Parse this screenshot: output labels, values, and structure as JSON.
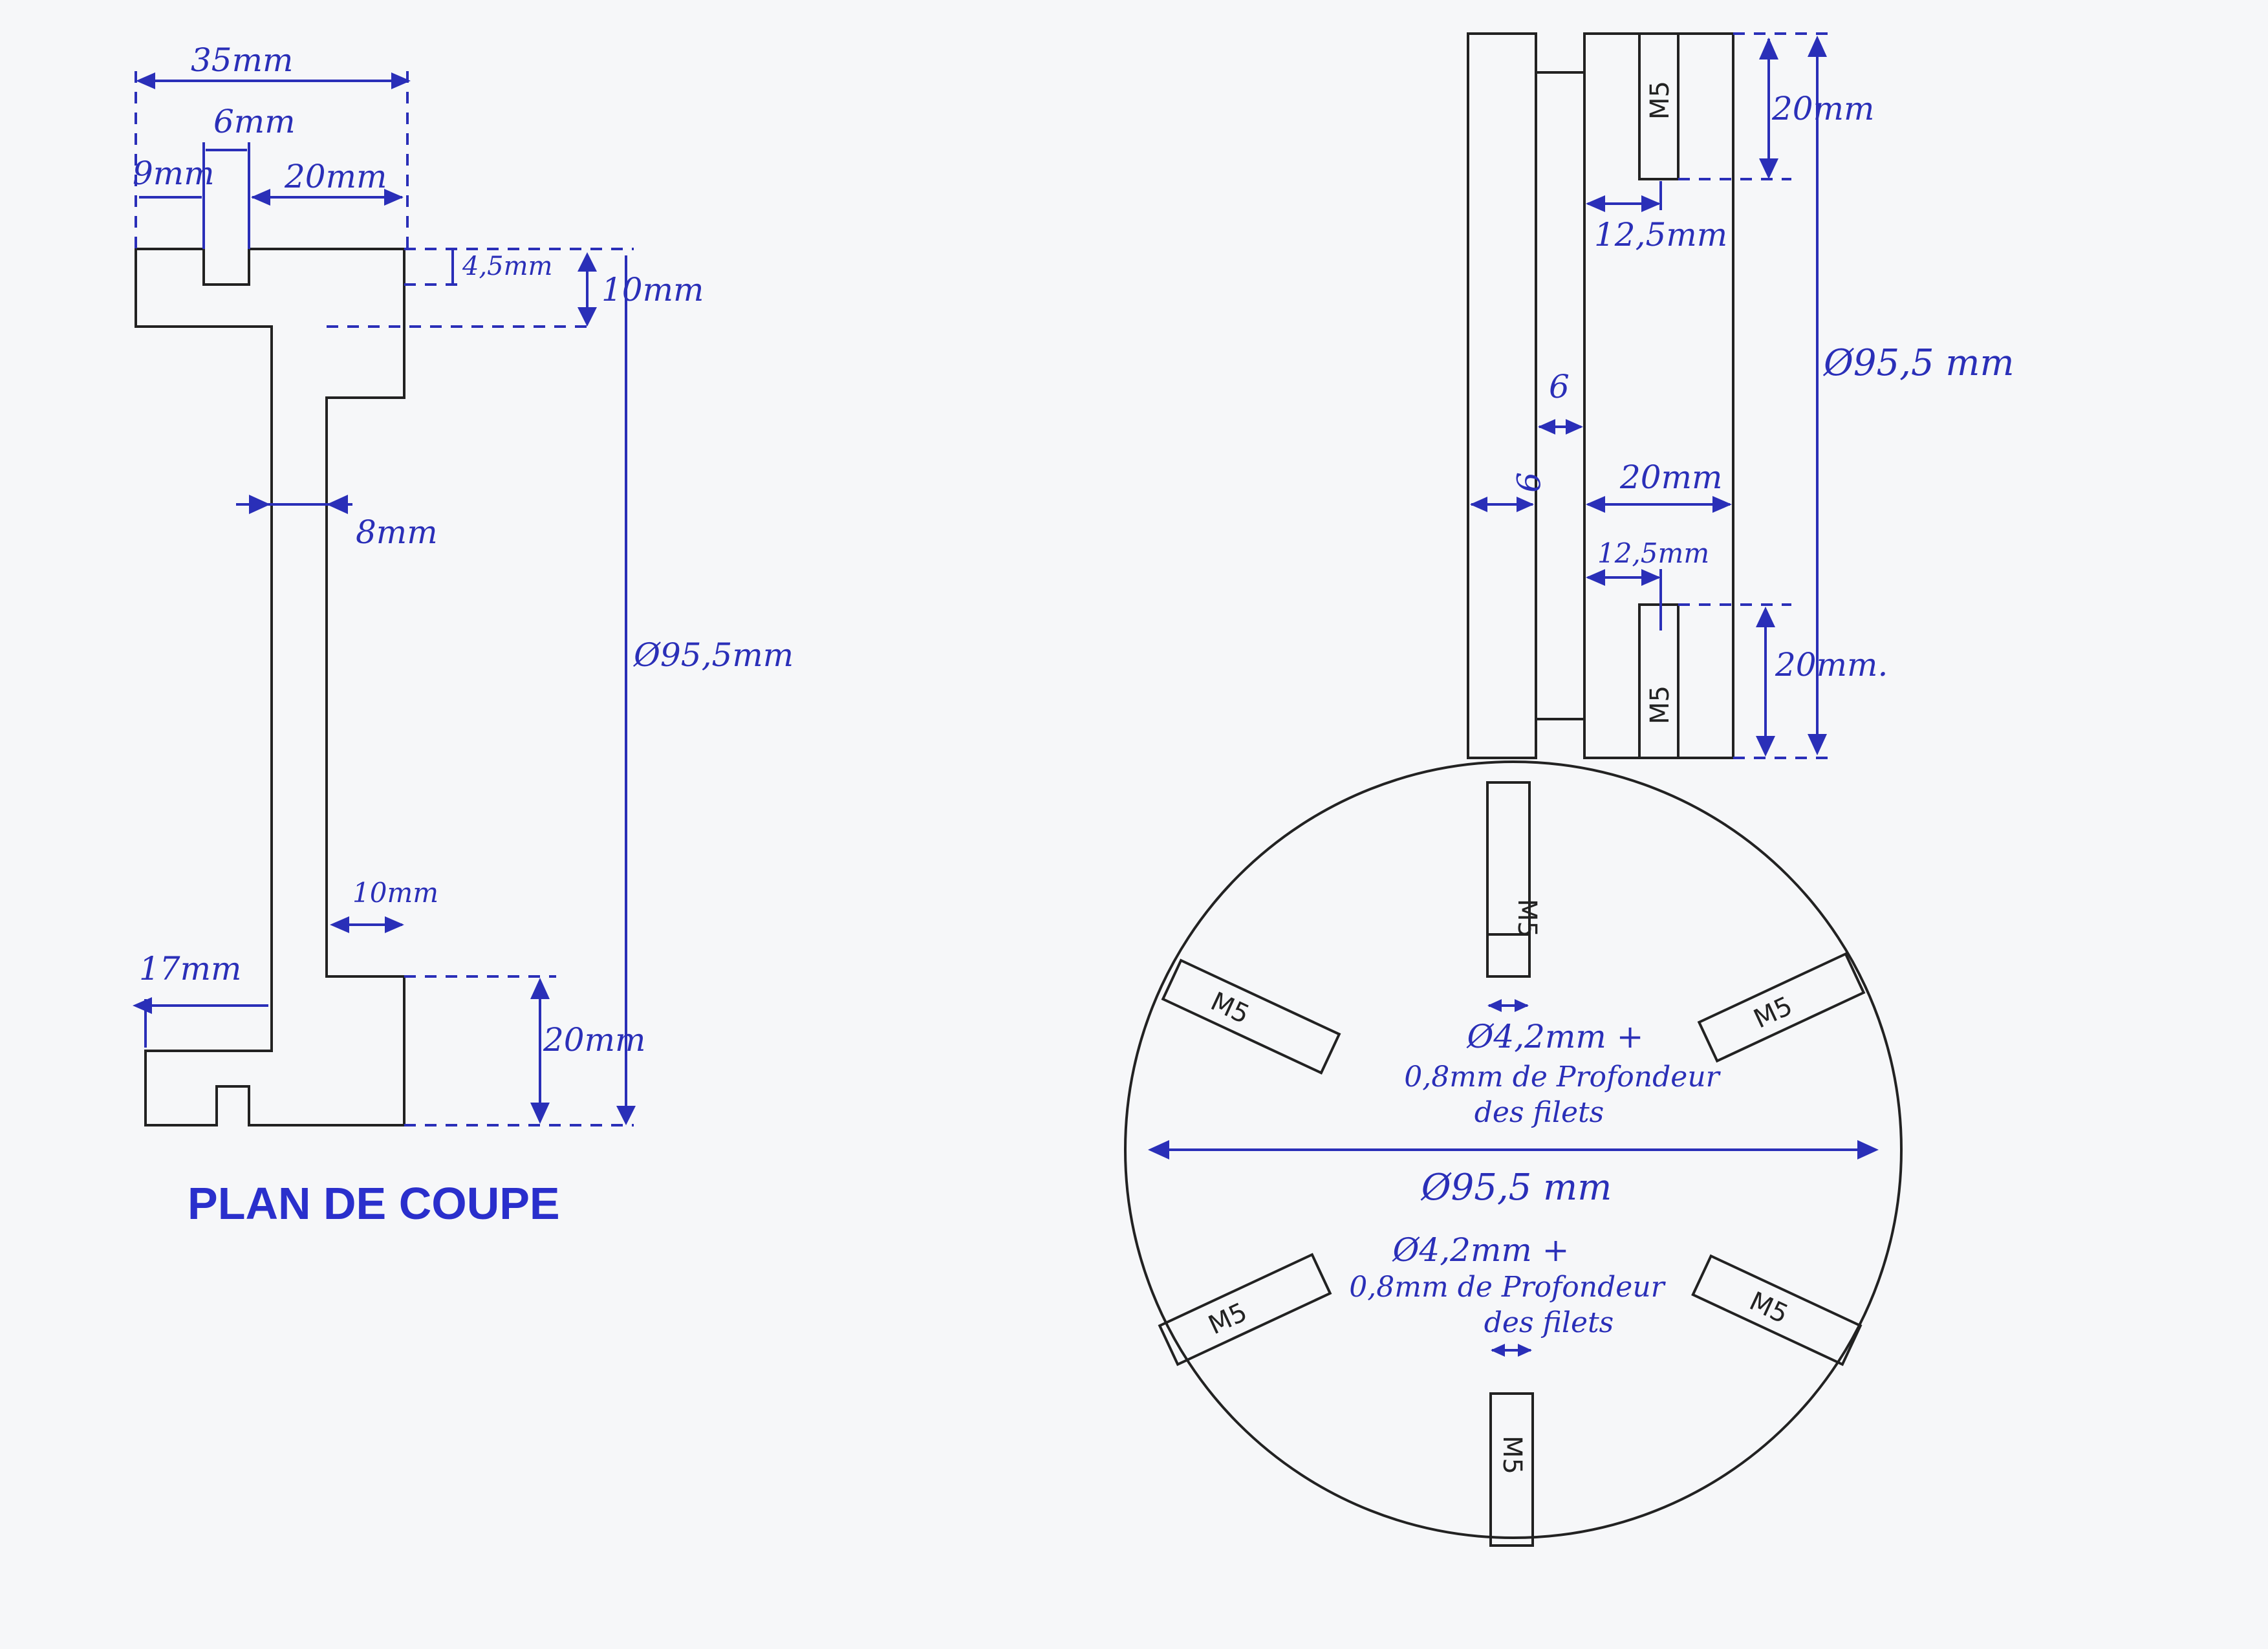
{
  "title": "PLAN DE COUPE",
  "colors": {
    "ink": "#2a2fb8",
    "pencil": "#222222",
    "paper": "#f6f7f9"
  },
  "section": {
    "overall_width": "35mm",
    "slot_width": "6mm",
    "left_flange": "9mm",
    "right_flange": "20mm",
    "groove_depth": "4,5mm",
    "top_height": "10mm",
    "web_width": "8mm",
    "diameter": "Ø95,5mm",
    "bottom_inset": "10mm",
    "bottom_flange": "17mm",
    "bottom_height": "20mm"
  },
  "side_view": {
    "thread_label": "M5",
    "top_hole_depth": "20mm",
    "top_offset": "12,5mm",
    "diameter": "Ø95,5 mm",
    "gap": "6",
    "left_plate": "9",
    "right_plate": "20mm",
    "bottom_offset": "12,5mm",
    "bottom_hole_depth": "20mm."
  },
  "circle_view": {
    "thread_label": "M5",
    "diameter": "Ø95,5 mm",
    "hole_note_top": [
      "Ø4,2mm +",
      "0,8mm de Profondeur",
      "des filets"
    ],
    "hole_note_bottom": [
      "Ø4,2mm +",
      "0,8mm de Profondeur",
      "des filets"
    ]
  }
}
